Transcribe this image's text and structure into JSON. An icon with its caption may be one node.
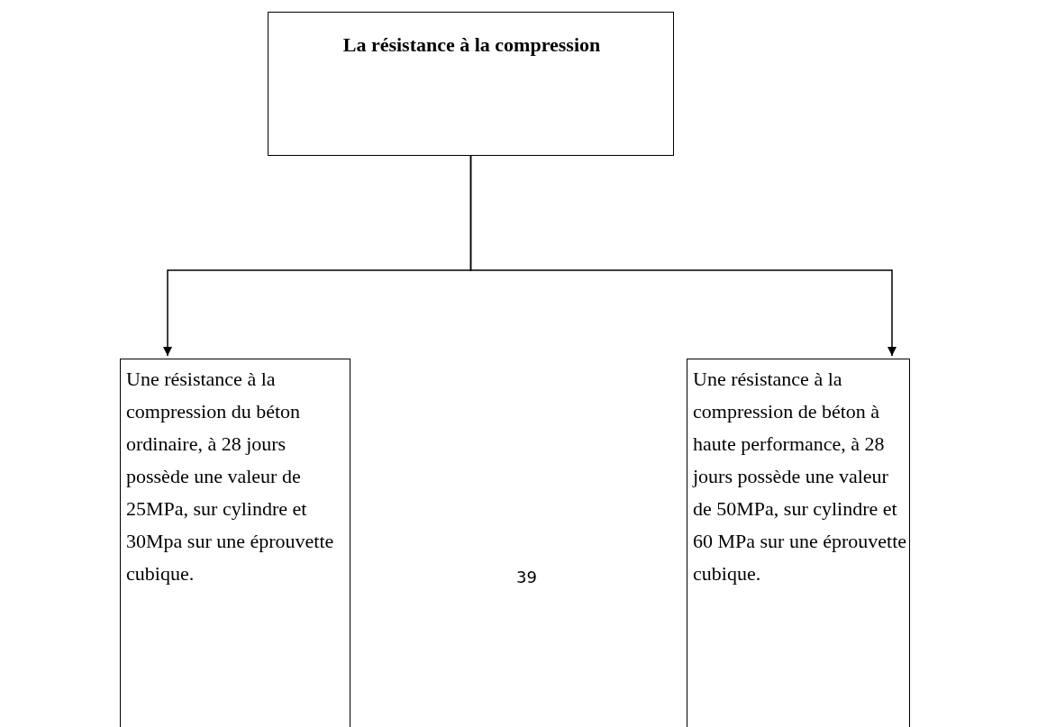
{
  "diagram": {
    "nodes": [
      {
        "text": [
          "La résistance à la compression"
        ]
      },
      {
        "text": [
          "Une résistance à la compression du béton ordinaire, à 28 jours possède une valeur de 25MPa, sur cylindre et 30Mpa sur une éprouvette cubique."
        ]
      },
      {
        "text": [
          "Une résistance à la compression de béton à haute performance, à 28 jours possède une valeur de 50MPa, sur cylindre et 60 MPa sur une éprouvette cubique."
        ]
      }
    ],
    "edges": [
      {
        "from": 0,
        "to": 1,
        "arrow": "to"
      },
      {
        "from": 0,
        "to": 2,
        "arrow": "to"
      }
    ],
    "labels": [
      "39"
    ]
  }
}
